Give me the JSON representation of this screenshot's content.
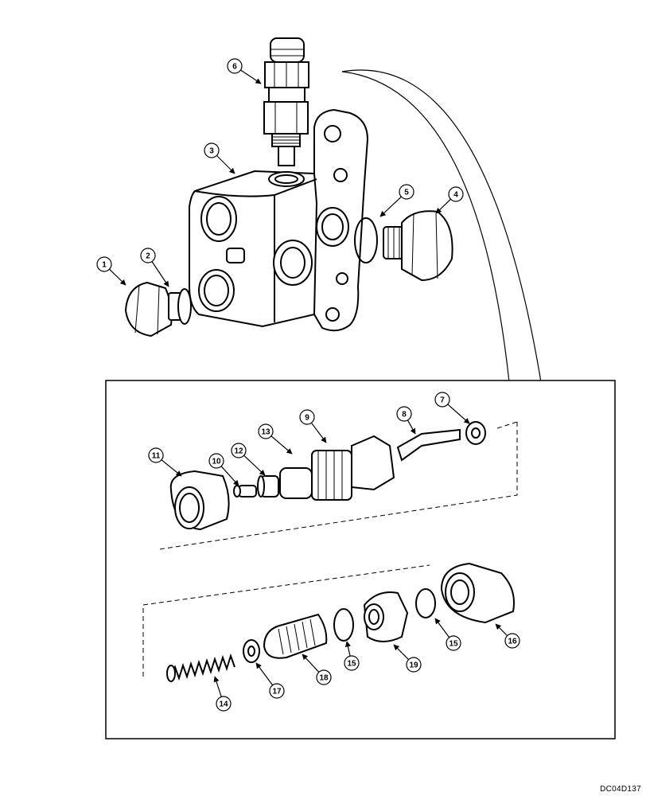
{
  "callouts": [
    {
      "id": "c1",
      "label": "1"
    },
    {
      "id": "c2",
      "label": "2"
    },
    {
      "id": "c3",
      "label": "3"
    },
    {
      "id": "c4",
      "label": "4"
    },
    {
      "id": "c5",
      "label": "5"
    },
    {
      "id": "c6",
      "label": "6"
    },
    {
      "id": "c7",
      "label": "7"
    },
    {
      "id": "c8",
      "label": "8"
    },
    {
      "id": "c9",
      "label": "9"
    },
    {
      "id": "c10",
      "label": "10"
    },
    {
      "id": "c11",
      "label": "11"
    },
    {
      "id": "c12",
      "label": "12"
    },
    {
      "id": "c13",
      "label": "13"
    },
    {
      "id": "c14",
      "label": "14"
    },
    {
      "id": "c15a",
      "label": "15"
    },
    {
      "id": "c15b",
      "label": "15"
    },
    {
      "id": "c16",
      "label": "16"
    },
    {
      "id": "c17",
      "label": "17"
    },
    {
      "id": "c18",
      "label": "18"
    },
    {
      "id": "c19",
      "label": "19"
    }
  ],
  "reference_code": "DC04D137"
}
